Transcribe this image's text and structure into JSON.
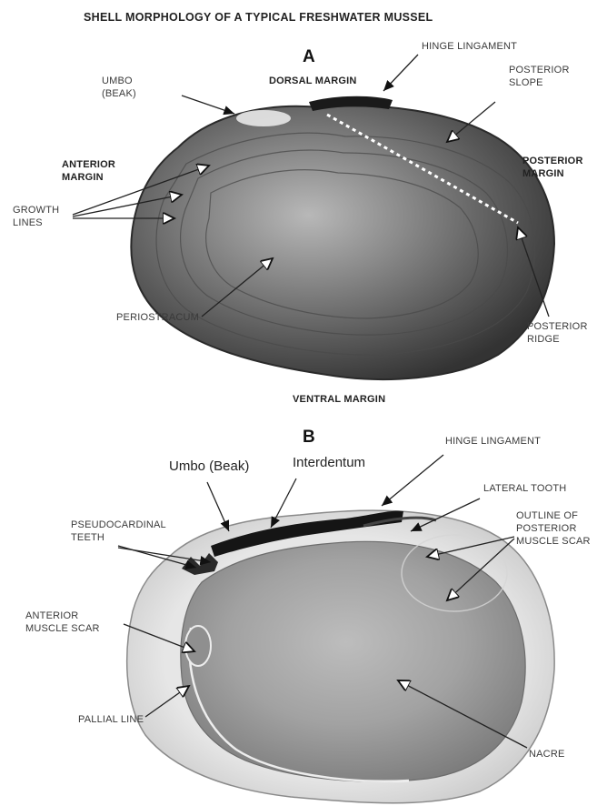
{
  "title": "SHELL MORPHOLOGY OF A TYPICAL FRESHWATER MUSSEL",
  "panel_a": {
    "letter": "A",
    "labels": {
      "hinge_ligament": "HINGE LINGAMENT",
      "umbo": "UMBO\n(BEAK)",
      "dorsal_margin": "DORSAL MARGIN",
      "posterior_slope": "POSTERIOR\nSLOPE",
      "anterior_margin": "ANTERIOR\nMARGIN",
      "posterior_margin": "POSTERIOR\nMARGIN",
      "growth_lines": "GROWTH\nLINES",
      "periostracum": "PERIOSTRACUM",
      "posterior_ridge": "POSTERIOR\nRIDGE",
      "ventral_margin": "VENTRAL MARGIN"
    }
  },
  "panel_b": {
    "letter": "B",
    "labels": {
      "hinge_ligament": "HINGE LINGAMENT",
      "umbo": "Umbo (Beak)",
      "interdentum": "Interdentum",
      "lateral_tooth": "LATERAL TOOTH",
      "pseudocardinal_teeth": "PSEUDOCARDINAL\nTEETH",
      "posterior_muscle_scar": "OUTLINE OF\nPOSTERIOR\nMUSCLE SCAR",
      "anterior_muscle_scar": "ANTERIOR\nMUSCLE SCAR",
      "pallial_line": "PALLIAL LINE",
      "nacre": "NACRE"
    }
  },
  "colors": {
    "shell_outer_dark": "#3b3b3b",
    "shell_outer_mid": "#6e6e6e",
    "shell_outer_light": "#a9a9a9",
    "shell_inner_edge": "#f2f2f2",
    "nacre": "#a8a8a8",
    "hinge_black": "#111111",
    "label_text": "#3a3a3a",
    "leader_line": "#222222"
  }
}
